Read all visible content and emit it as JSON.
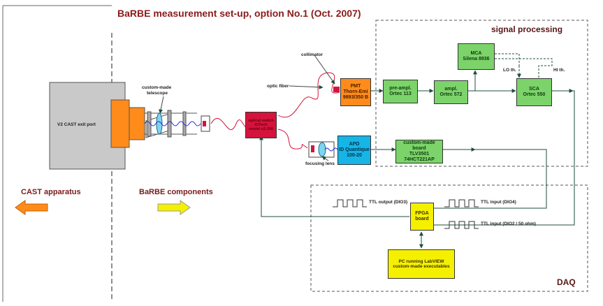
{
  "title": "BaRBE measurement set-up, option No.1   (Oct. 2007)",
  "sections": {
    "signal_processing": "signal processing",
    "daq": "DAQ"
  },
  "cast": {
    "exit_port": "V2 CAST exit port",
    "apparatus": "CAST apparatus"
  },
  "components_label": "BaRBE components",
  "labels": {
    "telescope_line1": "custom-made",
    "telescope_line2": "telescope",
    "collimator": "collimator",
    "optic_fiber": "optic fiber",
    "focusing_lens": "focusing lens",
    "lo_th": "LO th.",
    "hi_th": "HI th."
  },
  "boxes": {
    "optical_switch": [
      "optical switch",
      "IOTech",
      "model s2-200"
    ],
    "pmt": [
      "PMT",
      "Thorn-Emi",
      "9893/350 B"
    ],
    "apd": [
      "APD",
      "ID Quantique",
      "100-20"
    ],
    "preamp": [
      "pre-ampl.",
      "Ortec 113"
    ],
    "amp": [
      "ampl.",
      "Ortec 572"
    ],
    "mca": [
      "MCA",
      "Silena 8936"
    ],
    "sca": [
      "SCA",
      "Ortec 550"
    ],
    "custom_board": [
      "custom-made board",
      "TLV3501",
      "74HCT221AP"
    ],
    "fpga": [
      "FPGA",
      "board"
    ],
    "pc": [
      "PC running LabVIEW",
      "custom-made executables"
    ]
  },
  "ttl": {
    "output": "TTL output (DIO3)",
    "input1": "TTL input (DIO4)",
    "input2": "TTL input (DIO2 / 50 ohm)"
  },
  "colors": {
    "title": "#8b1a1a",
    "green_box": "#7cd36a",
    "pmt": "#ff8c1a",
    "apd": "#17b4e6",
    "switch": "#d4143c",
    "fpga": "#f5f000",
    "line": "#1f4d3a"
  }
}
